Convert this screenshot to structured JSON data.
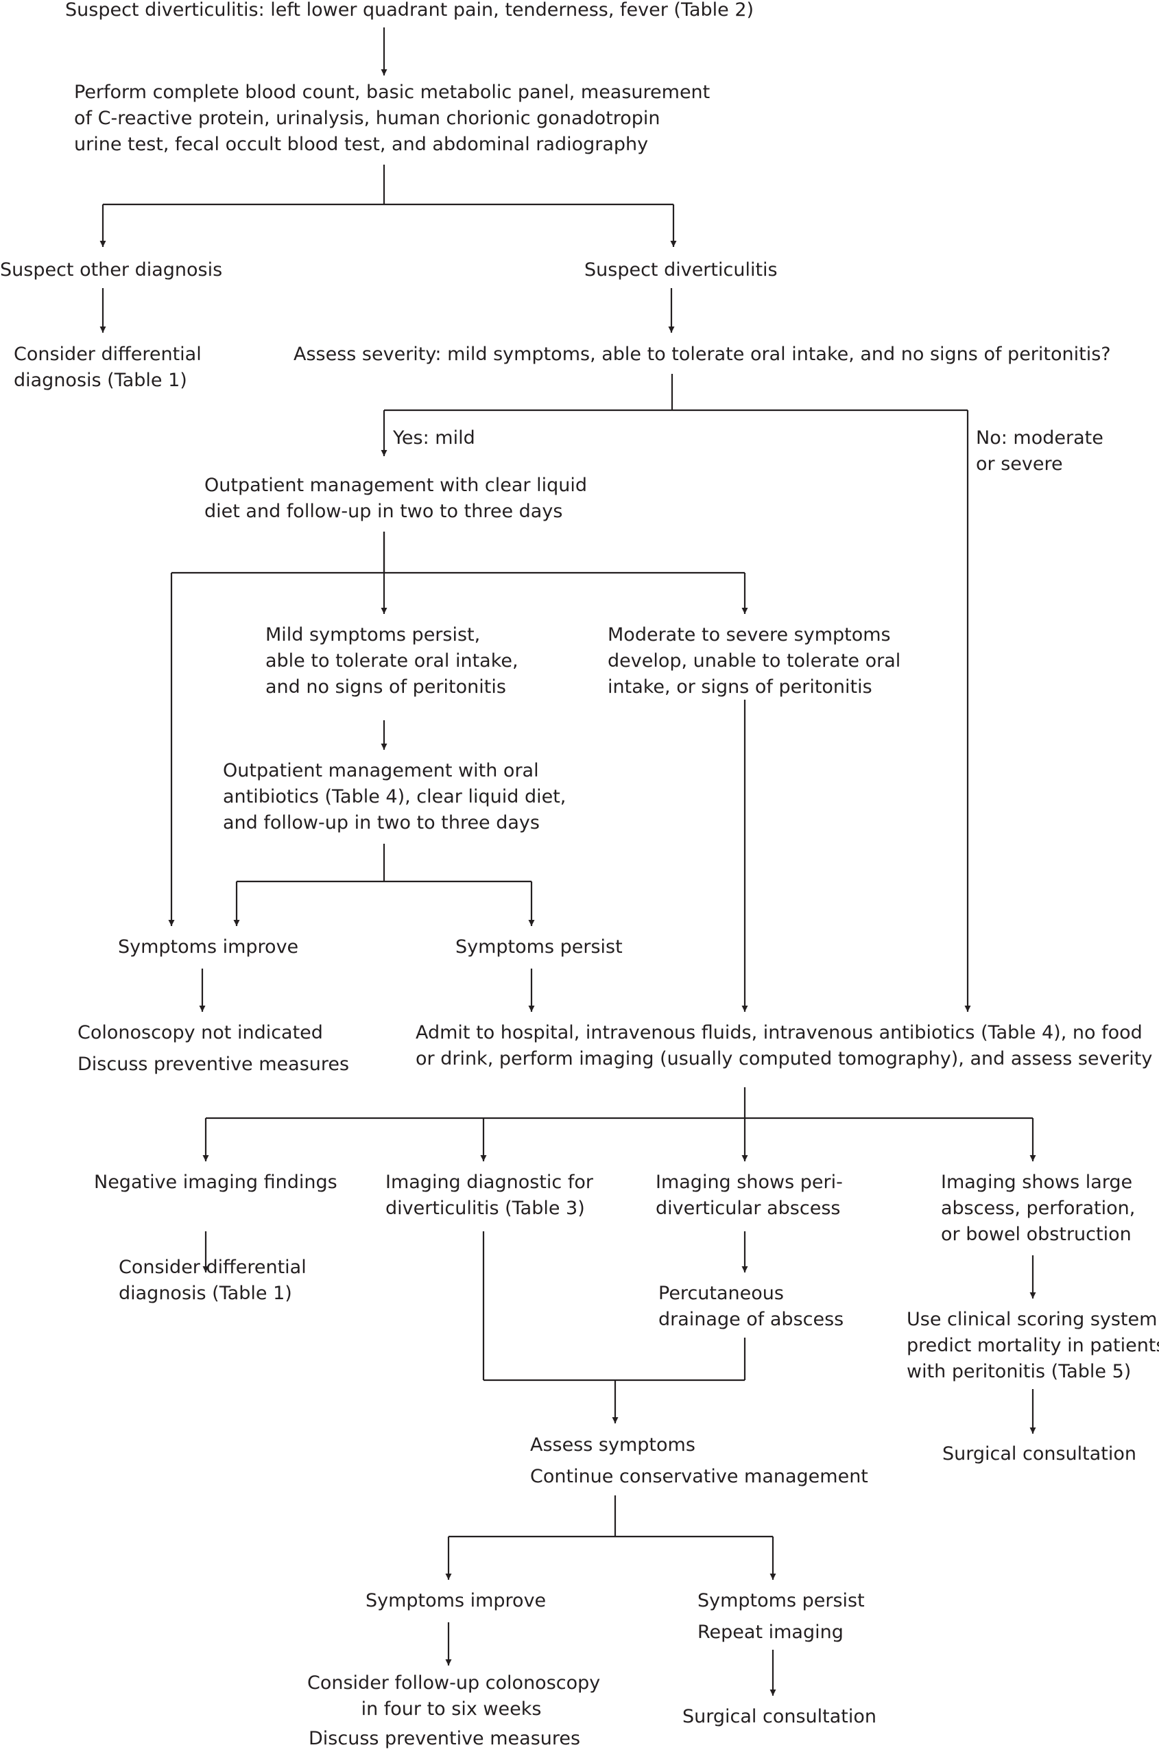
{
  "nodes": {
    "start": [
      "Suspect diverticulitis: left lower quadrant pain, tenderness, fever (Table 2)"
    ],
    "labs": [
      "Perform complete blood count, basic metabolic panel, measurement",
      "of C-reactive protein, urinalysis, human chorionic gonadotropin",
      "urine test, fecal occult blood test, and abdominal radiography"
    ],
    "suspect_other": [
      "Suspect other diagnosis"
    ],
    "suspect_div": [
      "Suspect diverticulitis"
    ],
    "consider_diff_1": [
      "Consider differential",
      "diagnosis (Table 1)"
    ],
    "assess_severity": [
      "Assess severity: mild symptoms, able to tolerate oral intake, and no signs of peritonitis?"
    ],
    "yes_mild": [
      "Yes: mild"
    ],
    "no_moderate": [
      "No: moderate",
      "or severe"
    ],
    "outpatient_clear": [
      "Outpatient management with clear liquid",
      "diet and follow-up in two to three days"
    ],
    "mild_persist": [
      "Mild symptoms persist,",
      "able to tolerate oral intake,",
      "and no signs of peritonitis"
    ],
    "moderate_develop": [
      "Moderate to severe symptoms",
      "develop, unable to tolerate oral",
      "intake, or signs of peritonitis"
    ],
    "outpatient_abx": [
      "Outpatient management with oral",
      "antibiotics (Table 4), clear liquid diet,",
      "and follow-up in two to three days"
    ],
    "sym_improve_1": [
      "Symptoms improve"
    ],
    "sym_persist_1": [
      "Symptoms persist"
    ],
    "colonoscopy_not": [
      "Colonoscopy not indicated"
    ],
    "discuss_prev_1": [
      "Discuss preventive measures"
    ],
    "admit": [
      "Admit to hospital, intravenous fluids, intravenous antibiotics (Table 4), no food",
      "or drink, perform imaging (usually computed tomography), and assess severity"
    ],
    "neg_imaging": [
      "Negative imaging findings"
    ],
    "imaging_diag": [
      "Imaging diagnostic for",
      "diverticulitis (Table 3)"
    ],
    "imaging_abscess": [
      "Imaging shows peri-",
      "diverticular abscess"
    ],
    "imaging_large": [
      "Imaging shows large",
      "abscess, perforation,",
      "or bowel obstruction"
    ],
    "consider_diff_2": [
      "Consider differential",
      "diagnosis (Table 1)"
    ],
    "percutaneous": [
      "Percutaneous",
      "drainage of abscess"
    ],
    "scoring": [
      "Use clinical scoring system to",
      "predict mortality in patients",
      "with peritonitis (Table 5)"
    ],
    "assess_symptoms": [
      "Assess symptoms"
    ],
    "continue_mgmt": [
      "Continue conservative management"
    ],
    "surgical_1": [
      "Surgical consultation"
    ],
    "sym_improve_2": [
      "Symptoms improve"
    ],
    "sym_persist_2": [
      "Symptoms persist"
    ],
    "repeat_imaging": [
      "Repeat imaging"
    ],
    "followup_colonoscopy": [
      "Consider follow-up colonoscopy",
      "in four to six weeks"
    ],
    "discuss_prev_2": [
      "Discuss preventive measures"
    ],
    "surgical_2": [
      "Surgical consultation"
    ]
  },
  "colors": {
    "ink": "#231f20",
    "background": "#ffffff"
  }
}
